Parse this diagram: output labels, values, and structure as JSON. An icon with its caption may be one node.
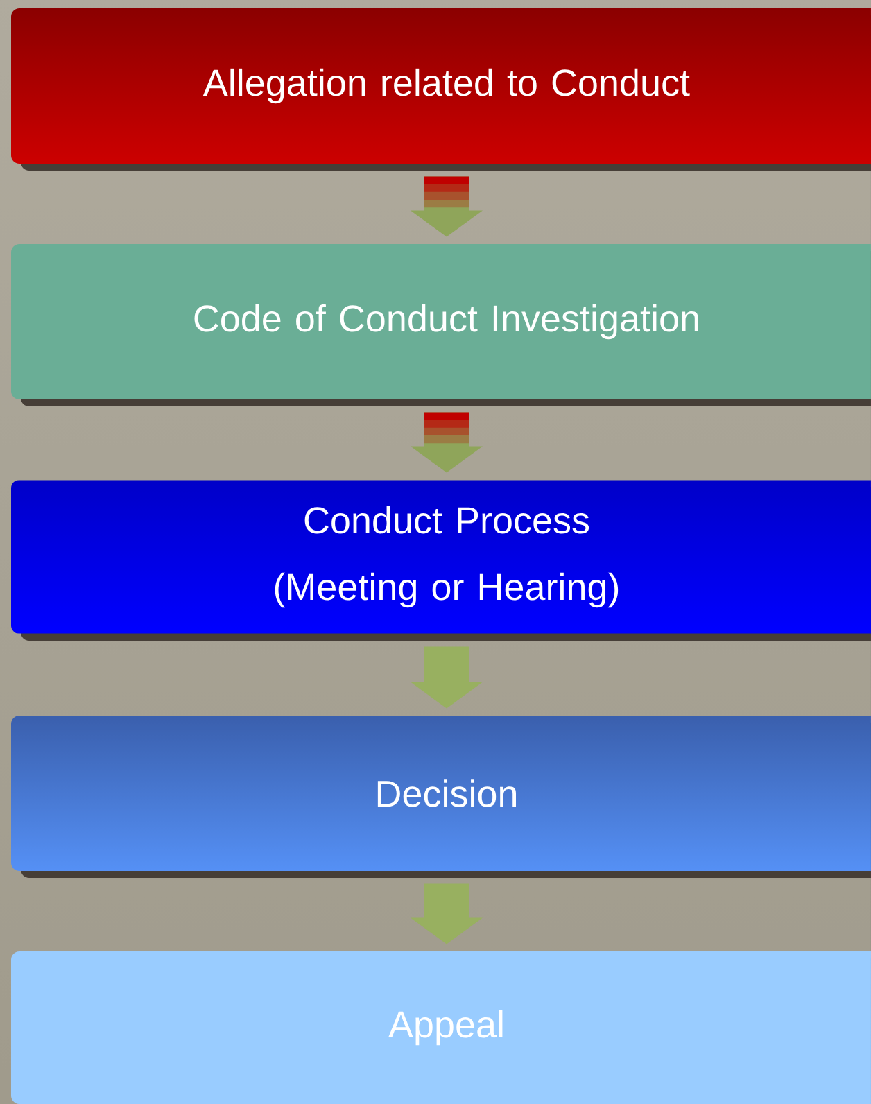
{
  "diagram": {
    "nodes": [
      {
        "text": [
          "Allegation related to Conduct"
        ]
      },
      {
        "text": [
          "Code of Conduct Investigation"
        ]
      },
      {
        "text": [
          "Conduct Process (Meeting or Hearing)"
        ]
      },
      {
        "text": [
          "Decision"
        ]
      },
      {
        "text": [
          "Appeal"
        ]
      }
    ],
    "edges": [
      {
        "from": 0,
        "to": 1,
        "arrow": "to",
        "color": "#c00000"
      },
      {
        "from": 1,
        "to": 2,
        "arrow": "to",
        "color": "#c00000"
      },
      {
        "from": 2,
        "to": 3,
        "arrow": "to"
      },
      {
        "from": 3,
        "to": 4,
        "arrow": "to"
      }
    ]
  }
}
